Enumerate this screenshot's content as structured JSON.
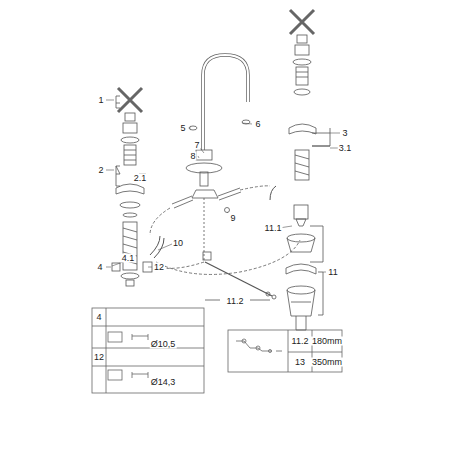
{
  "diagram": {
    "labels": [
      "1",
      "2",
      "2.1",
      "3",
      "3.1",
      "4",
      "4.1",
      "5",
      "6",
      "7",
      "8",
      "9",
      "10",
      "11",
      "11.1",
      "11.2",
      "12",
      "4",
      "Ø10,5",
      "12",
      "Ø14,3",
      "11.2",
      "180mm",
      "13",
      "350mm"
    ]
  }
}
